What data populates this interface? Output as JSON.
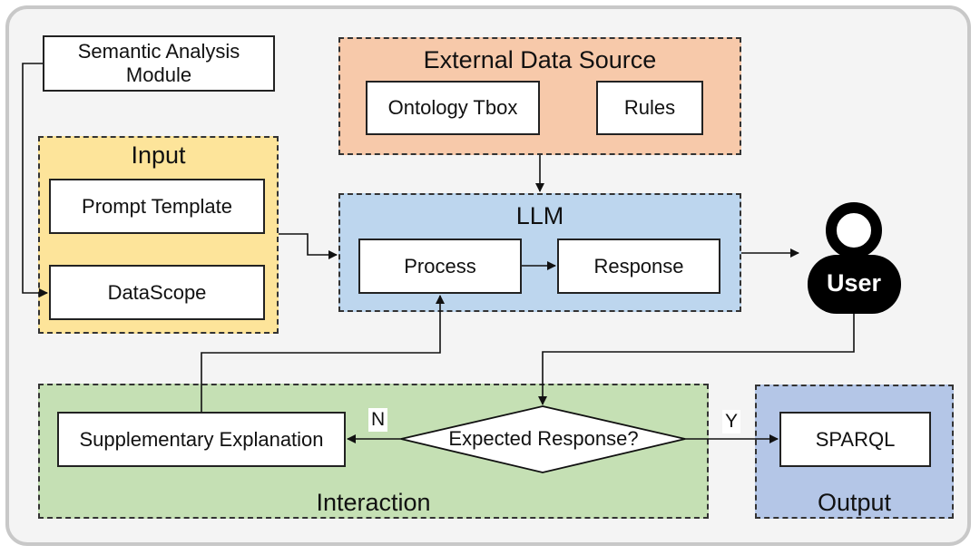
{
  "semantic_module": {
    "label_line1": "Semantic Analysis",
    "label_line2": "Module"
  },
  "external": {
    "title": "External Data Source",
    "ontology": "Ontology Tbox",
    "rules": "Rules",
    "color": "#f7c9aa"
  },
  "input": {
    "title": "Input",
    "prompt": "Prompt Template",
    "datascope": "DataScope",
    "color": "#fde49a"
  },
  "llm": {
    "title": "LLM",
    "process": "Process",
    "response": "Response",
    "color": "#bdd6ee"
  },
  "user": {
    "label": "User",
    "icon": "user-icon"
  },
  "interaction": {
    "title": "Interaction",
    "supplementary": "Supplementary Explanation",
    "decision": "Expected Response?",
    "no_label": "N",
    "yes_label": "Y",
    "color": "#c5e0b4"
  },
  "output": {
    "title": "Output",
    "sparql": "SPARQL",
    "color": "#b4c6e7"
  }
}
